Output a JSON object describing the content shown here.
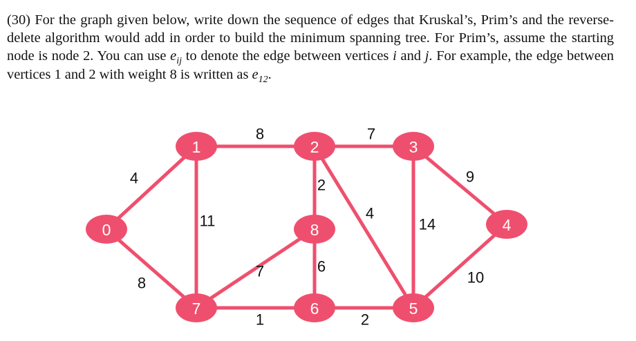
{
  "question": {
    "prefix": "(30) For the graph given below, write down the sequence of edges that Kruskal’s, Prim’s and the reverse-delete algorithm would add in order to build the minimum spanning tree. For Prim’s, assume the starting node is node 2. You can use ",
    "edge_var": "e",
    "edge_var_sub": "ij",
    "mid": " to denote the edge between vertices ",
    "var_i": "i",
    "and_word": " and ",
    "var_j": "j",
    "after_vars": ". For example, the edge between vertices 1 and 2 with weight 8 is written as ",
    "example_var": "e",
    "example_sub": "12",
    "suffix": "."
  },
  "graph": {
    "node_color": "#ef4f6e",
    "edge_color": "#ef4f6e",
    "nodes": [
      {
        "id": "0",
        "label": "0"
      },
      {
        "id": "1",
        "label": "1"
      },
      {
        "id": "2",
        "label": "2"
      },
      {
        "id": "3",
        "label": "3"
      },
      {
        "id": "4",
        "label": "4"
      },
      {
        "id": "5",
        "label": "5"
      },
      {
        "id": "6",
        "label": "6"
      },
      {
        "id": "7",
        "label": "7"
      },
      {
        "id": "8",
        "label": "8"
      }
    ],
    "edges": [
      {
        "from": "0",
        "to": "1",
        "weight": "4"
      },
      {
        "from": "1",
        "to": "2",
        "weight": "8"
      },
      {
        "from": "2",
        "to": "3",
        "weight": "7"
      },
      {
        "from": "3",
        "to": "4",
        "weight": "9"
      },
      {
        "from": "1",
        "to": "7",
        "weight": "11"
      },
      {
        "from": "2",
        "to": "8",
        "weight": "2"
      },
      {
        "from": "2",
        "to": "5",
        "weight": "4"
      },
      {
        "from": "3",
        "to": "5",
        "weight": "14"
      },
      {
        "from": "0",
        "to": "7",
        "weight": "8"
      },
      {
        "from": "8",
        "to": "7",
        "weight": "7"
      },
      {
        "from": "8",
        "to": "6",
        "weight": "6"
      },
      {
        "from": "4",
        "to": "5",
        "weight": "10"
      },
      {
        "from": "7",
        "to": "6",
        "weight": "1"
      },
      {
        "from": "6",
        "to": "5",
        "weight": "2"
      }
    ]
  }
}
